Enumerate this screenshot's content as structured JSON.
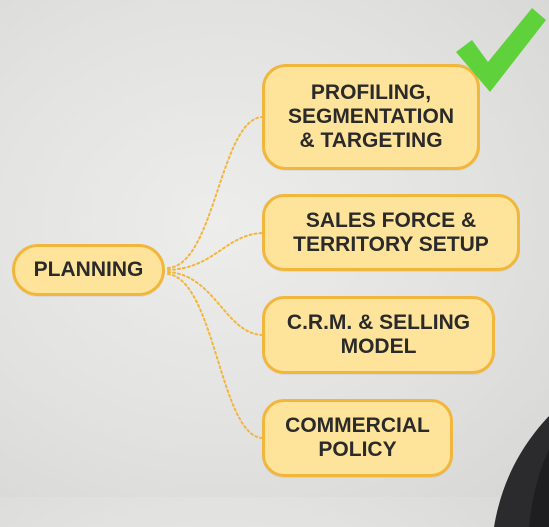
{
  "diagram": {
    "root": {
      "label": "PLANNING"
    },
    "children": [
      {
        "label": "PROFILING,\nSEGMENTATION\n& TARGETING",
        "checked": true
      },
      {
        "label": "SALES FORCE &\nTERRITORY SETUP",
        "checked": false
      },
      {
        "label": "C.R.M. & SELLING\nMODEL",
        "checked": false
      },
      {
        "label": "COMMERCIAL\nPOLICY",
        "checked": false
      }
    ]
  },
  "colors": {
    "node_fill": "#fde49a",
    "node_border": "#f2b63c",
    "connector": "#f2b63c",
    "checkmark": "#5fd13a",
    "background": "#e6e6e4"
  },
  "icons": {
    "check": "checkmark-icon"
  }
}
